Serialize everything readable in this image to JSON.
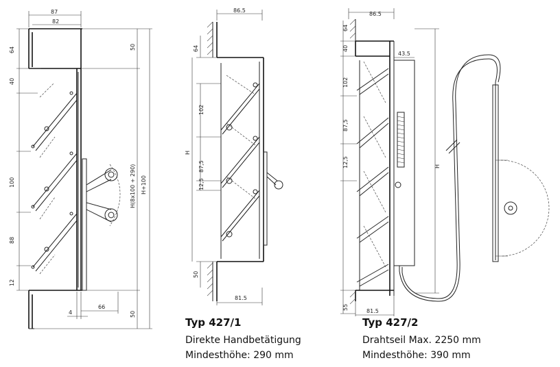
{
  "drawing_left": {
    "dims": {
      "top_width": "87",
      "inner_width": "82",
      "h64": "64",
      "h50_top": "50",
      "h40": "40",
      "h100": "100",
      "h88": "88",
      "h12": "12",
      "h_formula": "H(8x100 + 290)",
      "h_plus": "H+100",
      "h4": "4",
      "w66": "66",
      "h50_bottom": "50"
    }
  },
  "drawing_middle": {
    "dims": {
      "top_width": "86.5",
      "h64": "64",
      "h102": "102",
      "h87_5": "87,5",
      "h12_5": "12,5",
      "hH": "H",
      "h50": "50",
      "bottom_width": "81.5"
    }
  },
  "drawing_right": {
    "dims": {
      "top_width": "86.5",
      "h64": "64",
      "h40": "40",
      "w43_5": "43.5",
      "h102": "102",
      "h87_5": "87,5",
      "h12_5": "12,5",
      "hH": "H",
      "h55": "55",
      "bottom_width": "81.5"
    }
  },
  "captions": {
    "typ1_title": "Typ 427/1",
    "typ1_line1": "Direkte Handbetätigung",
    "typ1_line2": "Mindesthöhe: 290 mm",
    "typ2_title": "Typ 427/2",
    "typ2_line1": "Drahtseil Max. 2250 mm",
    "typ2_line2": "Mindesthöhe: 390 mm"
  }
}
